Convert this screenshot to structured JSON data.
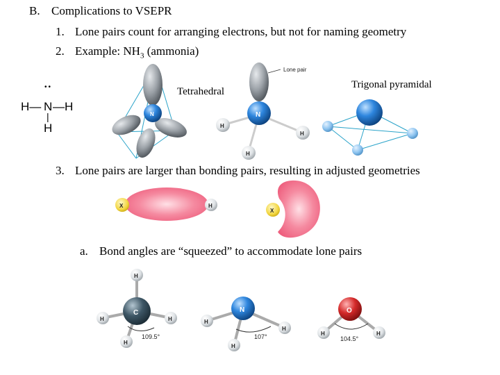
{
  "heading": {
    "marker": "B.",
    "text": "Complications to VSEPR"
  },
  "items": [
    {
      "num": "1.",
      "text": "Lone pairs count for arranging electrons, but not for naming geometry"
    },
    {
      "num": "2.",
      "text_before": "Example: NH",
      "sub": "3",
      "text_after": " (ammonia)"
    },
    {
      "num": "3.",
      "text": "Lone pairs are larger than bonding pairs, resulting in adjusted geometries"
    }
  ],
  "subitem": {
    "marker": "a.",
    "text": "Bond angles are “squeezed” to accommodate lone pairs"
  },
  "lewis_structure": {
    "center": "N",
    "top_dots": "••",
    "left": "H—",
    "right": "—H",
    "bottom": "H"
  },
  "figures": {
    "tetrahedral_label": "Tetrahedral",
    "trigonal_label": "Trigonal pyramidal",
    "lone_pair_label": "Lone pair",
    "nh3_atoms": {
      "center": "N",
      "h1": "H",
      "h2": "H",
      "h3": "H"
    },
    "orbital_atoms": {
      "x1": "X",
      "h1": "H",
      "x2": "X"
    },
    "ch4": {
      "center": "C",
      "h_top": "H",
      "h_left": "H",
      "h_right": "H",
      "h_bottom": "H",
      "angle": "109.5°"
    },
    "nh3_angle": {
      "center": "N",
      "h_left": "H",
      "h_right": "H",
      "h_bottom": "H",
      "angle": "107°"
    },
    "h2o": {
      "center": "O",
      "h_left": "H",
      "h_right": "H",
      "angle": "104.5°"
    }
  },
  "colors": {
    "lone_pair_gray": "#8a8f94",
    "nitrogen_blue": "#1f6fc4",
    "carbon_slate": "#3e5766",
    "oxygen_red": "#d42a2a",
    "orbital_pink": "#f0708a",
    "atom_yellow": "#f2d640"
  }
}
